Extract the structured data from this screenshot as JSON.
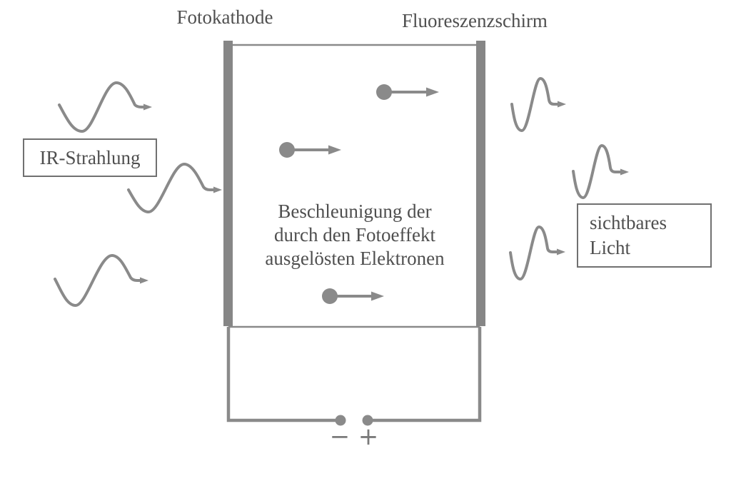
{
  "diagram": {
    "labels": {
      "photocathode": "Fotokathode",
      "fluorescent_screen": "Fluoreszenzschirm"
    },
    "ir_box": {
      "label": "IR-Strahlung"
    },
    "visible_light_box": {
      "line1": "sichtbares",
      "line2": "Licht"
    },
    "center_text": {
      "line1": "Beschleunigung der",
      "line2": "durch den Fotoeffekt",
      "line3": "ausgelösten Elektronen"
    },
    "battery": {
      "negative_label": "−",
      "positive_label": "+"
    },
    "colors": {
      "stroke_gray": "#8a8a8a",
      "plate_gray": "#868686",
      "text_gray": "#4f4f4f",
      "background": "#ffffff"
    }
  }
}
